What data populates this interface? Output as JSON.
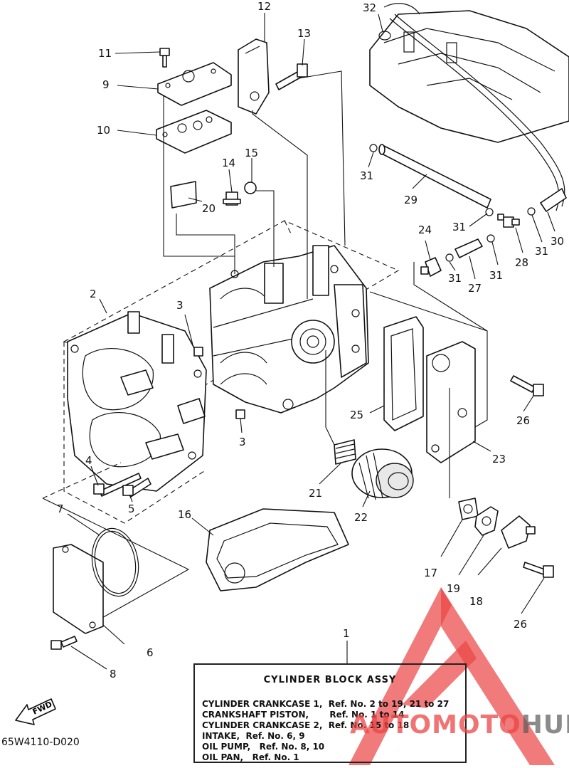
{
  "diagram_code": "65W4110-D020",
  "fwd_label": "FWD",
  "legend": {
    "title": "CYLINDER BLOCK ASSY",
    "lines": [
      "CYLINDER CRANKCASE 1,  Ref. No. 2 to 19, 21 to 27",
      "CRANKSHAFT PISTON,       Ref. No. 1 to 14",
      "CYLINDER CRANKCASE 2,  Ref. No. 15 to 18",
      "INTAKE,  Ref. No. 6, 9",
      "OIL PUMP,   Ref. No. 8, 10",
      "OIL PAN,   Ref. No. 1"
    ]
  },
  "callouts": {
    "c1": "1",
    "c2": "2",
    "c3a": "3",
    "c3b": "3",
    "c4": "4",
    "c5": "5",
    "c6": "6",
    "c7": "7",
    "c8": "8",
    "c9": "9",
    "c10": "10",
    "c11": "11",
    "c12": "12",
    "c13": "13",
    "c14": "14",
    "c15": "15",
    "c16": "16",
    "c17": "17",
    "c18": "18",
    "c19": "19",
    "c20": "20",
    "c21": "21",
    "c22": "22",
    "c23": "23",
    "c24": "24",
    "c25": "25",
    "c26a": "26",
    "c26b": "26",
    "c27": "27",
    "c28": "28",
    "c29": "29",
    "c30": "30",
    "c31a": "31",
    "c31b": "31",
    "c31c": "31",
    "c31d": "31",
    "c31e": "31",
    "c32": "32"
  },
  "watermark": {
    "part1": "AUTOMOTO",
    "part2": "HUB",
    "color_red": "#e84a4a",
    "color_gray": "#5a5a5a"
  }
}
